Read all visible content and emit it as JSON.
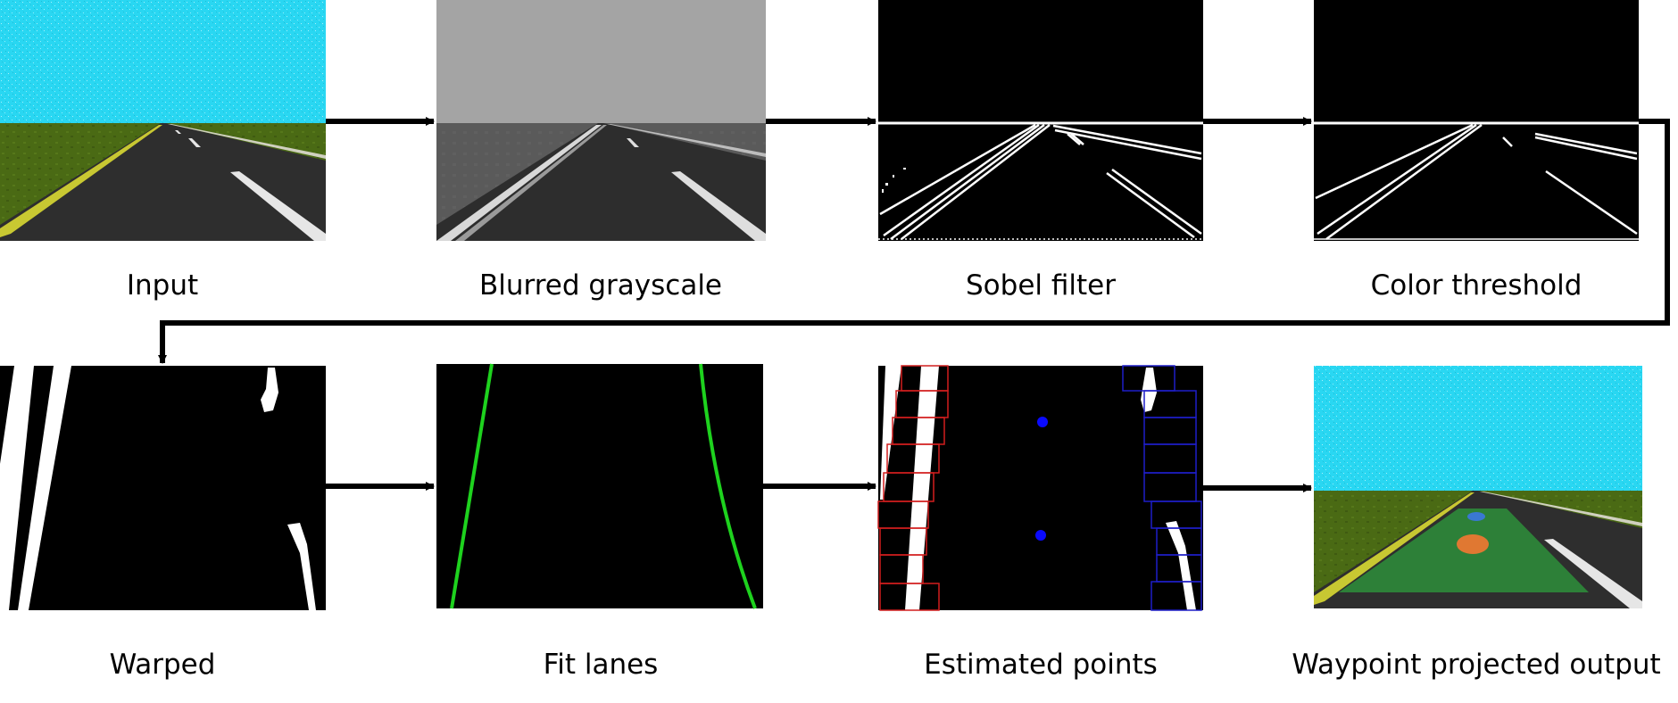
{
  "pipeline": {
    "stages": [
      {
        "id": "input",
        "label": "Input"
      },
      {
        "id": "blurred-grayscale",
        "label": "Blurred grayscale"
      },
      {
        "id": "sobel-filter",
        "label": "Sobel filter"
      },
      {
        "id": "color-threshold",
        "label": "Color threshold"
      },
      {
        "id": "warped",
        "label": "Warped"
      },
      {
        "id": "fit-lanes",
        "label": "Fit lanes"
      },
      {
        "id": "estimated-points",
        "label": "Estimated points"
      },
      {
        "id": "waypoint-output",
        "label": "Waypoint projected output"
      }
    ]
  },
  "colors": {
    "sky": "#29d7f2",
    "grass": "#4a6a14",
    "road": "#2e2e2e",
    "yellow_line": "#c8c832",
    "lane_fit": "#1ed21e",
    "window_left": "#d21e1e",
    "window_right": "#1e1ec8",
    "point": "#0a0aff",
    "drivable": "#2e8a3a",
    "waypoint_near": "#e07832",
    "waypoint_far": "#3a78d2"
  }
}
